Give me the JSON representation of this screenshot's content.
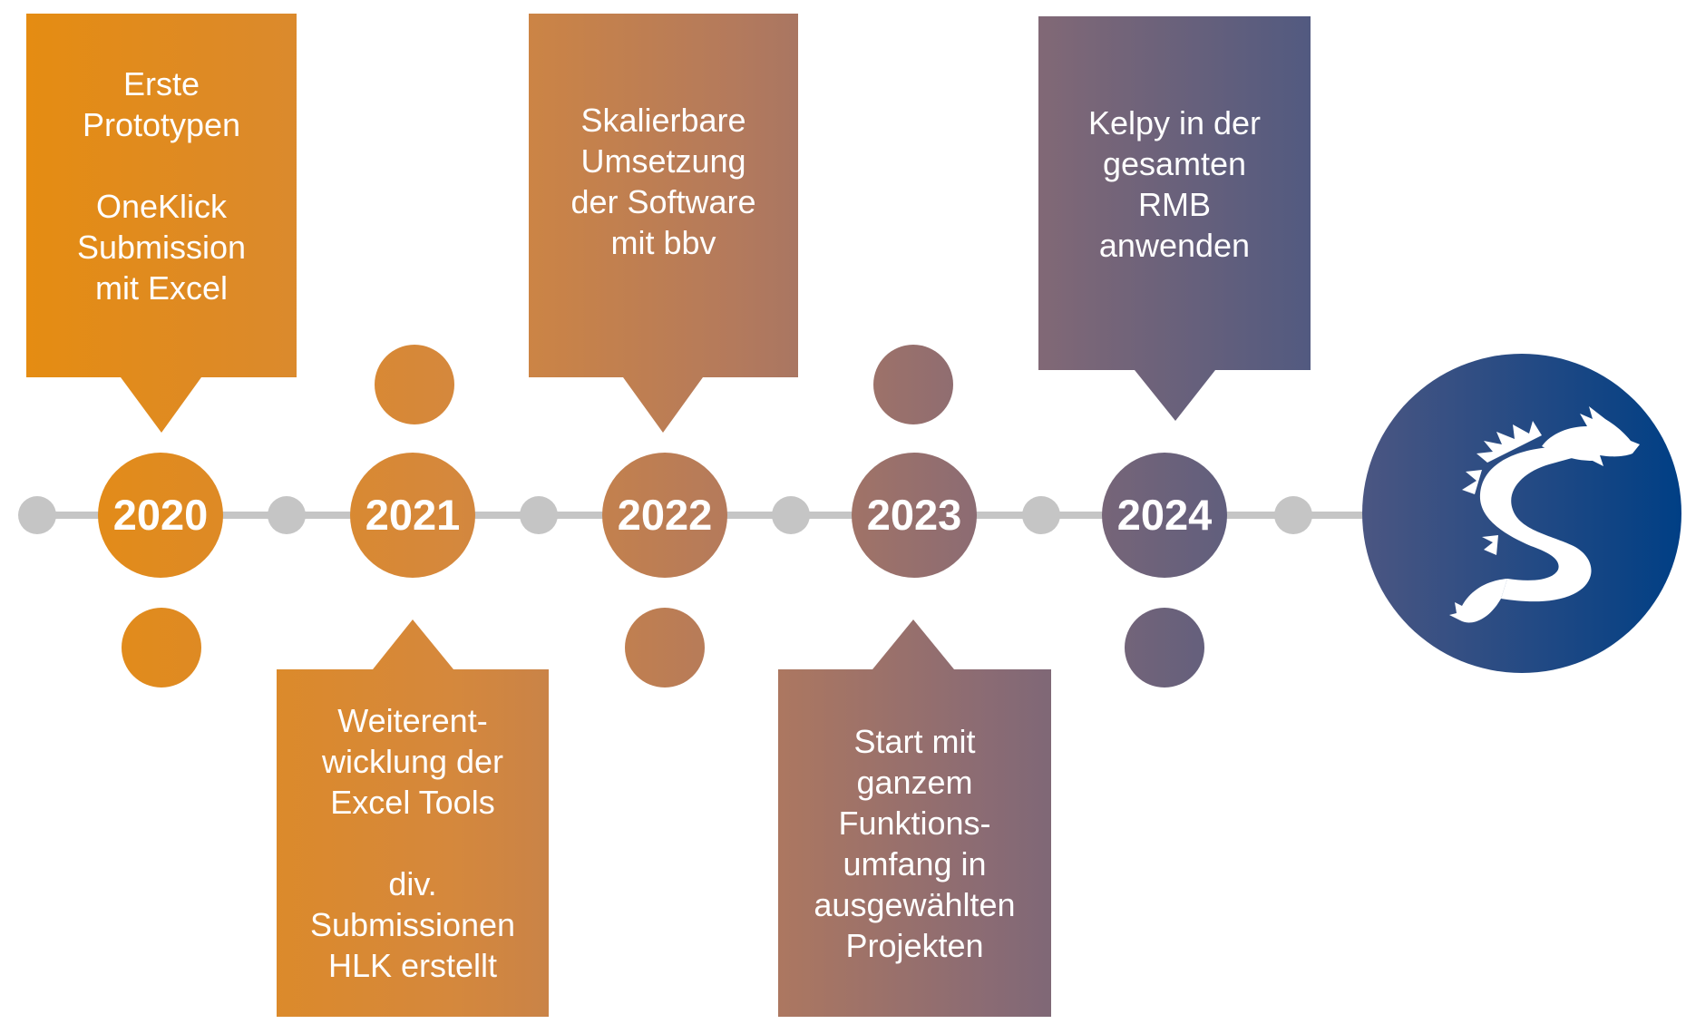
{
  "timeline": {
    "milestones": [
      {
        "year": "2020",
        "text": "Erste\nPrototypen\n\nOneKlick\nSubmission\nmit Excel",
        "position": "above"
      },
      {
        "year": "2021",
        "text": "Weiterent-\nwicklung der\nExcel Tools\n\ndiv.\nSubmissionen\nHLK erstellt",
        "position": "below"
      },
      {
        "year": "2022",
        "text": "Skalierbare\nUmsetzung\nder Software\nmit bbv",
        "position": "above"
      },
      {
        "year": "2023",
        "text": "Start mit\nganzem\nFunktions-\numfang in\nausgewählten\nProjekten",
        "position": "below"
      },
      {
        "year": "2024",
        "text": "Kelpy in der\ngesamten\nRMB\nanwenden",
        "position": "above"
      }
    ],
    "logo_icon": "sea-serpent-icon",
    "colors": {
      "orange": "#E58C12",
      "mauve": "#8A6B74",
      "purple": "#6E6178",
      "navy": "#003F85",
      "line_gray": "#C5C5C5"
    }
  }
}
